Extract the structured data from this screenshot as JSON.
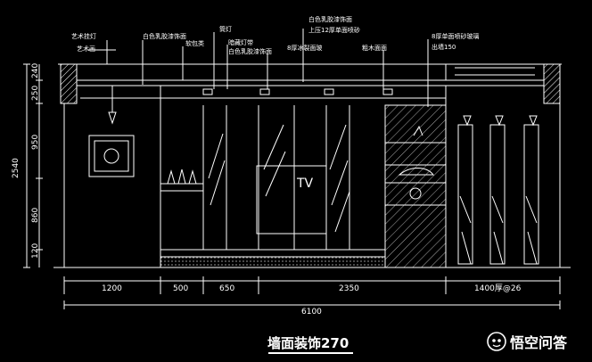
{
  "callouts": {
    "c1": "艺术挂灯",
    "c2": "艺术画",
    "c3": "白色乳胶漆饰面",
    "c4": "软包类",
    "c5": "筒灯",
    "c6": "暗藏灯带",
    "c7": "白色乳胶漆饰面",
    "c8": "8厚冰裂面玻",
    "c9": "白色乳胶漆饰面",
    "c10": "上压12厚单面喷砂",
    "c11": "粗木面面",
    "c12": "8厚单面喷砂玻璃",
    "c13": "出墙150"
  },
  "tv_label": "TV",
  "vertical_dims": {
    "d240": "240",
    "d250": "250",
    "d950": "950",
    "d860": "860",
    "d120": "120",
    "d2540": "2540"
  },
  "horizontal_dims": {
    "d1200": "1200",
    "d500": "500",
    "d650": "650",
    "d2350": "2350",
    "d1400": "1400厚@26",
    "d6100": "6100"
  },
  "caption": "墙面装饰270",
  "watermark": "悟空问答"
}
